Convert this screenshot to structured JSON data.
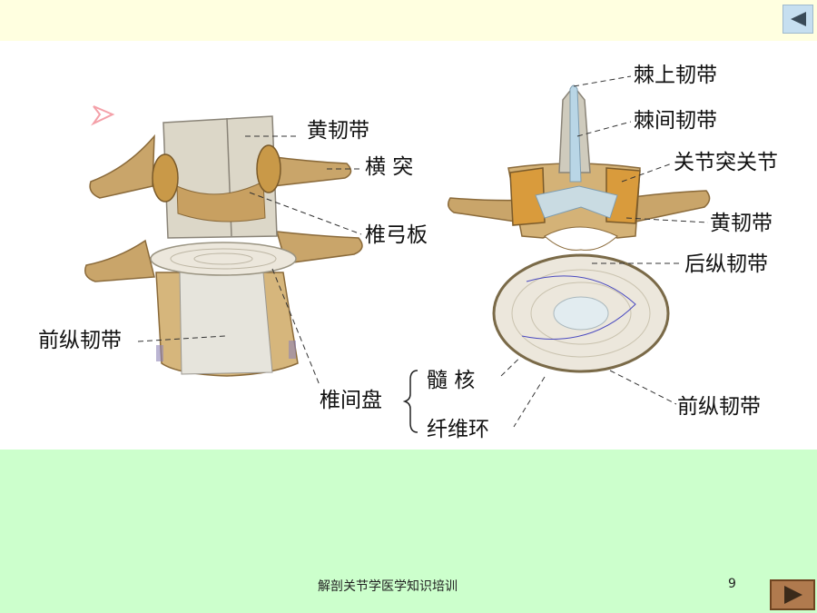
{
  "left_figure": {
    "labels": {
      "ligamentum_flavum": "黄韧带",
      "transverse_process": "横  突",
      "lamina": "椎弓板",
      "anterior_longitudinal": "前纵韧带",
      "intervertebral_disc": "椎间盘",
      "nucleus": "髓  核",
      "annulus": "纤维环"
    }
  },
  "right_figure": {
    "labels": {
      "supraspinous": "棘上韧带",
      "interspinous": "棘间韧带",
      "facet_joint": "关节突关节",
      "ligamentum_flavum": "黄韧带",
      "posterior_longitudinal": "后纵韧带",
      "anterior_longitudinal": "前纵韧带"
    }
  },
  "footer": {
    "title": "解剖关节学医学知识培训",
    "page": "9"
  },
  "colors": {
    "top_band": "#ffffe0",
    "bottom_band": "#ccffcc",
    "bone": "#d4b277",
    "disc": "#ece7dc",
    "bullet": "#f4a0a8"
  },
  "icons": {
    "prev": "triangle-left-icon",
    "next": "triangle-right-icon",
    "bullet": "arrowhead-bullet-icon"
  }
}
